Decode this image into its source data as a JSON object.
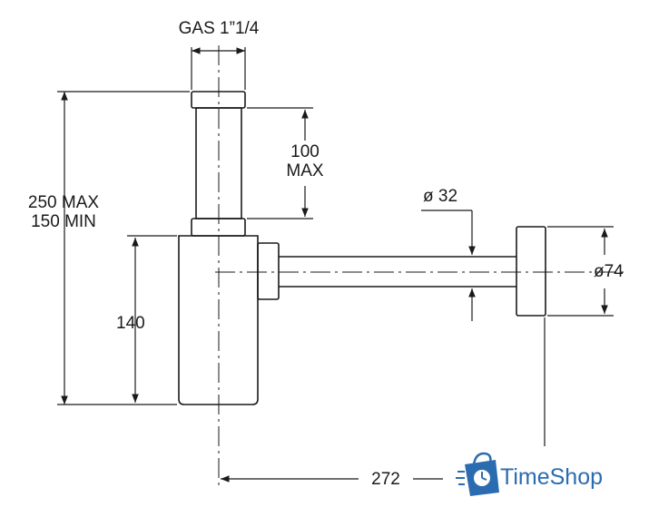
{
  "labels": {
    "gas": "GAS 1”1/4",
    "max100_a": "100",
    "max100_b": "MAX",
    "total_a": "250 MAX",
    "total_b": "150 MIN",
    "pipe_d": "ø 32",
    "cap_d": "ø74",
    "body_h": "140",
    "length": "272"
  },
  "brand": {
    "name": "TimeShop",
    "color": "#2b6cb0",
    "icon": "shopping-bag-clock-icon"
  },
  "colors": {
    "line": "#1a1a1a"
  }
}
